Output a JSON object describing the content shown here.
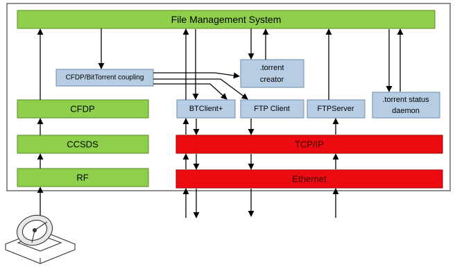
{
  "diagram": {
    "top_bar": "File Management System",
    "left_stack": {
      "cfdp": "CFDP",
      "ccsds": "CCSDS",
      "rf": "RF"
    },
    "coupling": "CFDP/BitTorrent coupling",
    "torrent_creator": {
      "line1": ".torrent",
      "line2": "creator"
    },
    "apps": {
      "btclient": "BTClient+",
      "ftp_client": "FTP Client",
      "ftp_server": "FTPServer",
      "status_daemon": {
        "line1": ".torrent status",
        "line2": "daemon"
      }
    },
    "tcpip": "TCP/IP",
    "ethernet": "Ethernet",
    "colors": {
      "green": "#8ed04b",
      "blue": "#b7cde4",
      "red": "#ec0b10"
    },
    "icons": [
      "satellite-dish-icon"
    ]
  }
}
